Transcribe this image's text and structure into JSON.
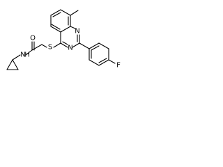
{
  "molecule": {
    "atoms": {
      "amide_oxygen": "O",
      "amide_nitrogen": "N",
      "amide_hydrogen": "H",
      "thioether_sulfur": "S",
      "ring_nitrogen_1": "N",
      "ring_nitrogen_3": "N",
      "fluorine": "F"
    }
  }
}
